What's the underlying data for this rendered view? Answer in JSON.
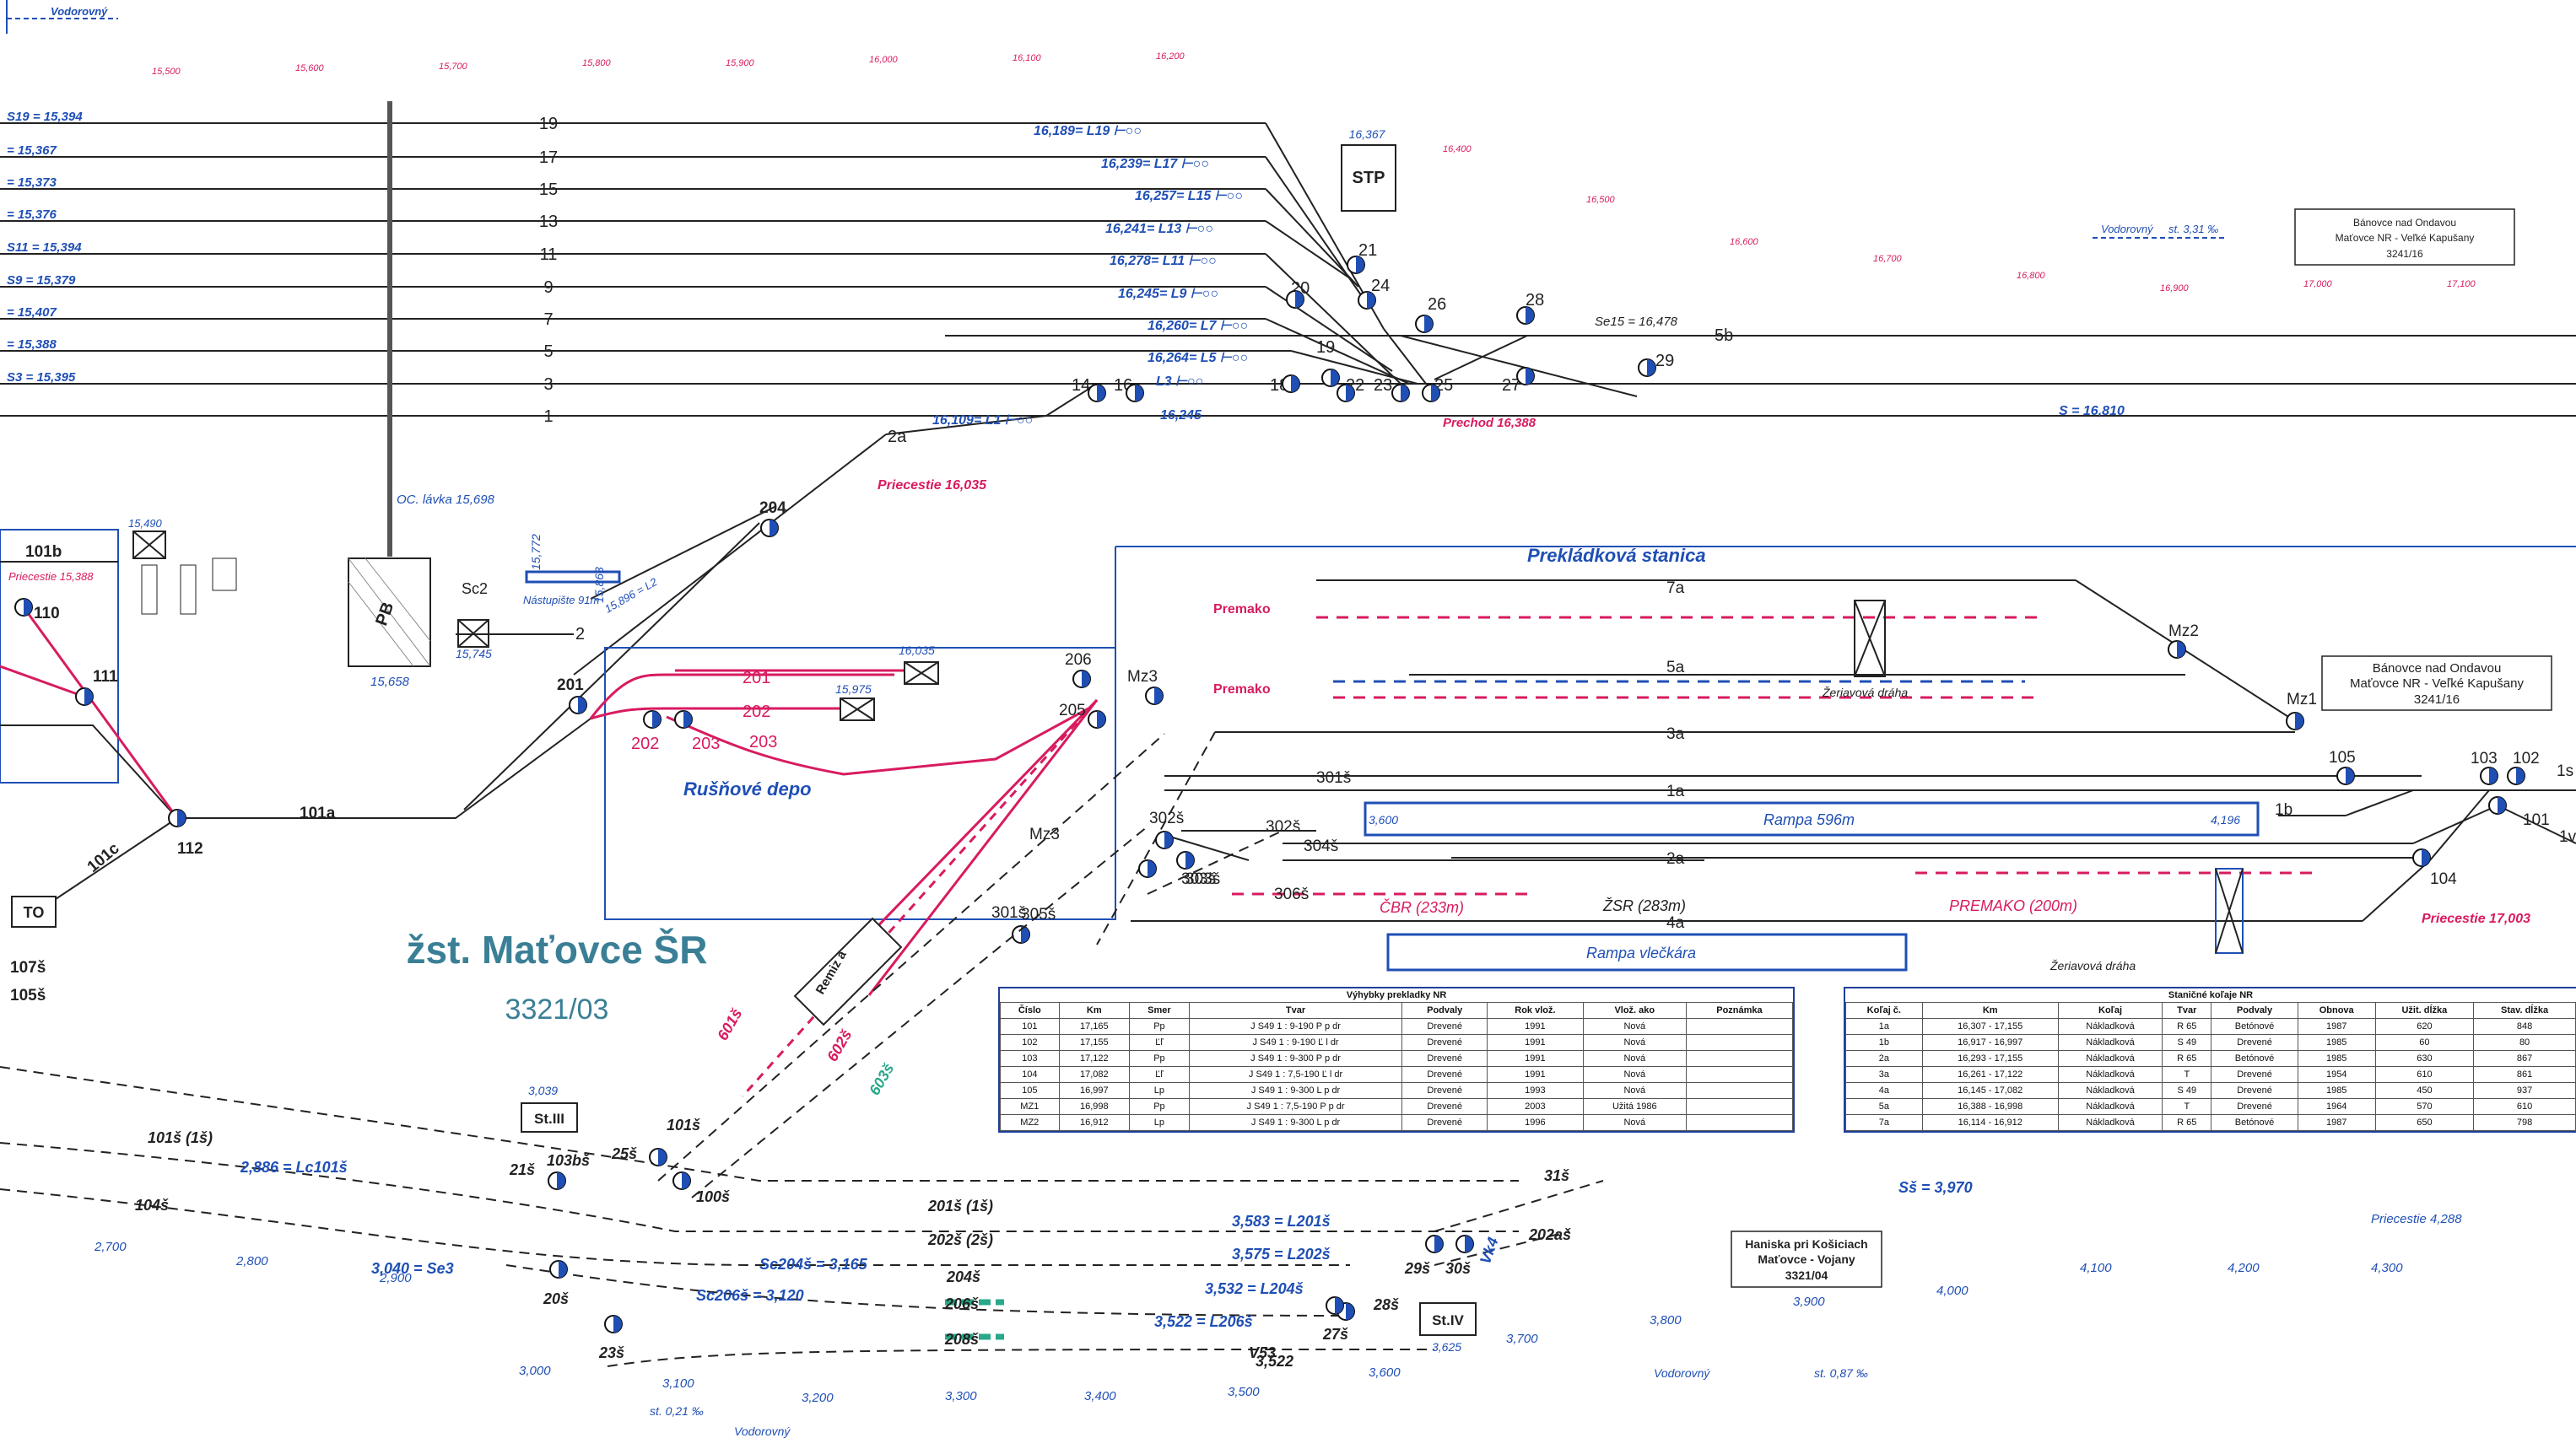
{
  "station": {
    "name": "žst. Maťovce ŠR",
    "code": "3321/03"
  },
  "areas": {
    "transshipment": "Prekládková stanica",
    "depot": "Rušňové depo",
    "ramp1": "Rampa 596m",
    "ramp2": "Rampa vlečkára",
    "crane1": "Žeriavová dráha",
    "crane2": "Žeriavová dráha",
    "pb": "PB",
    "stp": "STP",
    "to": "TO",
    "remiz": "Remiz a",
    "st3": "St.III",
    "st4": "St.IV",
    "footbridge": "OC. lávka 15,698",
    "platform": "Nástupište 91m",
    "crossing1": "Priecestie 16,035",
    "crossing2": "Priecestie 15,388",
    "crossing3": "Priecestie 17,003",
    "crossing4": "Priecestie 4,288",
    "prechod": "Prechod 16,388",
    "cbr": "ČBR (233m)",
    "zsr": "ŽSR (283m)",
    "premako_len": "PREMAKO (200m)",
    "premako1": "Premako",
    "premako2": "Premako"
  },
  "destinations": [
    {
      "line1": "Bánovce nad Ondavou",
      "line2": "Maťovce NR - Veľké Kapušany",
      "line3": "3241/16"
    },
    {
      "line1": "Bánovce nad Ondavou",
      "line2": "Maťovce NR - Veľké Kapušany",
      "line3": "3241/16"
    },
    {
      "line1": "Haniska pri Košiciach",
      "line2": "Maťovce - Vojany",
      "line3": "3321/04"
    }
  ],
  "gradients": {
    "top_left": "Vodorovný",
    "top_right": "Vodorovný",
    "top_right_val": "st. 3,31 ‰",
    "bottom1": "st. 0,21 ‰",
    "bottom2": "Vodorovný",
    "bottom3": "Vodorovný",
    "bottom4": "st. 0,87 ‰"
  },
  "km_top": [
    "15,500",
    "15,600",
    "15,700",
    "15,800",
    "15,900",
    "16,000",
    "16,100",
    "16,200",
    "16,400",
    "16,500",
    "16,600",
    "16,700",
    "16,800",
    "16,900",
    "17,000",
    "17,100"
  ],
  "km_bottom": [
    "2,700",
    "2,800",
    "2,900",
    "3,000",
    "3,100",
    "3,200",
    "3,300",
    "3,400",
    "3,500",
    "3,600",
    "3,700",
    "3,800",
    "3,900",
    "4,000",
    "4,100",
    "4,200",
    "4,300"
  ],
  "tracks_top": [
    "19",
    "17",
    "15",
    "13",
    "11",
    "9",
    "7",
    "5",
    "3",
    "1"
  ],
  "signals_left": [
    "S19 = 15,394",
    "= 15,367",
    "= 15,373",
    "= 15,376",
    "S11 = 15,394",
    "S9 = 15,379",
    "= 15,407",
    "= 15,388",
    "S3 = 15,395"
  ],
  "signals_right": [
    "16,189= L19",
    "16,239= L17",
    "16,257= L15",
    "16,241= L13",
    "16,278= L11",
    "16,245= L9",
    "16,260= L7",
    "16,264= L5",
    "L3",
    "16,109= L1"
  ],
  "switches_top": [
    "14",
    "16",
    "18",
    "19",
    "20",
    "21",
    "22",
    "23",
    "24",
    "25",
    "26",
    "27",
    "28",
    "29"
  ],
  "other_labels": {
    "se15": "Se15 = 16,478",
    "s_right": "S = 16,810",
    "track5b": "5b",
    "stp_km": "16,367",
    "pb_km": "15,658",
    "sc2": "Sc2",
    "sc2_km": "15,745",
    "l2": "15,896 = L2",
    "track2": "2",
    "track2a": "2a",
    "km_16245": "16,245",
    "km_15772": "15,772",
    "km_15863": "15,863",
    "km_15490": "15,490",
    "km_16035": "16,035",
    "km_15975": "15,975",
    "km_3600": "3,600",
    "km_4196": "4,196",
    "km_3039": "3,039",
    "km_3625": "3,625"
  },
  "yard_tracks": [
    "7a",
    "5a",
    "3a",
    "1a",
    "2a",
    "4a",
    "301š",
    "302š",
    "304š",
    "306š",
    "303š",
    "305š"
  ],
  "left_labels": [
    "101b",
    "110",
    "111",
    "112",
    "101c",
    "201",
    "101a",
    "204",
    "107š",
    "105š"
  ],
  "depot_tracks": [
    "201",
    "202",
    "203",
    "202",
    "203"
  ],
  "yard_switches": [
    "205",
    "206",
    "Mz3",
    "Mz2",
    "Mz1",
    "105",
    "103",
    "102",
    "101",
    "104",
    "1b",
    "1s",
    "1v",
    "302š",
    "301š",
    "303š",
    "Mz3"
  ],
  "bottom_labels": [
    "101š (1š)",
    "2,886 = Lc101š",
    "104š",
    "21š",
    "103bš",
    "25š",
    "101š",
    "100š",
    "201š (1š)",
    "202š (2š)",
    "204š",
    "Sc204š = 3,165",
    "3,040 = Se3",
    "20š",
    "Sc206š = 3,120",
    "23š",
    "206š",
    "208š",
    "3,583 = L201š",
    "3,575 = L202š",
    "3,532 = L204š",
    "3,522 = L206š",
    "29š",
    "30š",
    "28š",
    "27š",
    "Vk4",
    "V53",
    "3,522",
    "31š",
    "202aš",
    "Sš = 3,970",
    "601š",
    "602š",
    "603š"
  ],
  "table1": {
    "title": "Výhybky prekladky NR",
    "headers": [
      "Číslo",
      "Km",
      "Smer",
      "Tvar",
      "Podvaly",
      "Rok vlož.",
      "Vlož. ako",
      "Poznámka"
    ],
    "rows": [
      [
        "101",
        "17,165",
        "Pp",
        "J S49 1 : 9-190 P p dr",
        "Drevené",
        "1991",
        "Nová",
        ""
      ],
      [
        "102",
        "17,155",
        "Ľľ",
        "J S49 1 : 9-190 Ľ l dr",
        "Drevené",
        "1991",
        "Nová",
        ""
      ],
      [
        "103",
        "17,122",
        "Pp",
        "J S49 1 : 9-300 P p dr",
        "Drevené",
        "1991",
        "Nová",
        ""
      ],
      [
        "104",
        "17,082",
        "Ľľ",
        "J S49 1 : 7,5-190 Ľ l dr",
        "Drevené",
        "1991",
        "Nová",
        ""
      ],
      [
        "105",
        "16,997",
        "Lp",
        "J S49 1 : 9-300 L p dr",
        "Drevené",
        "1993",
        "Nová",
        ""
      ],
      [
        "MZ1",
        "16,998",
        "Pp",
        "J S49 1 : 7,5-190 P p dr",
        "Drevené",
        "2003",
        "Užitá 1986",
        ""
      ],
      [
        "MZ2",
        "16,912",
        "Lp",
        "J S49 1 : 9-300 L p dr",
        "Drevené",
        "1996",
        "Nová",
        ""
      ]
    ]
  },
  "table2": {
    "title": "Staničné koľaje NR",
    "headers": [
      "Koľaj č.",
      "Km",
      "Koľaj",
      "Tvar",
      "Podvaly",
      "Obnova",
      "Užit. dĺžka",
      "Stav. dĺžka"
    ],
    "rows": [
      [
        "1a",
        "16,307 - 17,155",
        "Nákladková",
        "R 65",
        "Betónové",
        "1987",
        "620",
        "848"
      ],
      [
        "1b",
        "16,917 - 16,997",
        "Nákladková",
        "S 49",
        "Drevené",
        "1985",
        "60",
        "80"
      ],
      [
        "2a",
        "16,293 - 17,155",
        "Nákladková",
        "R 65",
        "Betónové",
        "1985",
        "630",
        "867"
      ],
      [
        "3a",
        "16,261 - 17,122",
        "Nákladková",
        "T",
        "Drevené",
        "1954",
        "610",
        "861"
      ],
      [
        "4a",
        "16,145 - 17,082",
        "Nákladková",
        "S 49",
        "Drevené",
        "1985",
        "450",
        "937"
      ],
      [
        "5a",
        "16,388 - 16,998",
        "Nákladková",
        "T",
        "Drevené",
        "1964",
        "570",
        "610"
      ],
      [
        "7a",
        "16,114 - 16,912",
        "Nákladková",
        "R 65",
        "Betónové",
        "1987",
        "650",
        "798"
      ]
    ]
  }
}
